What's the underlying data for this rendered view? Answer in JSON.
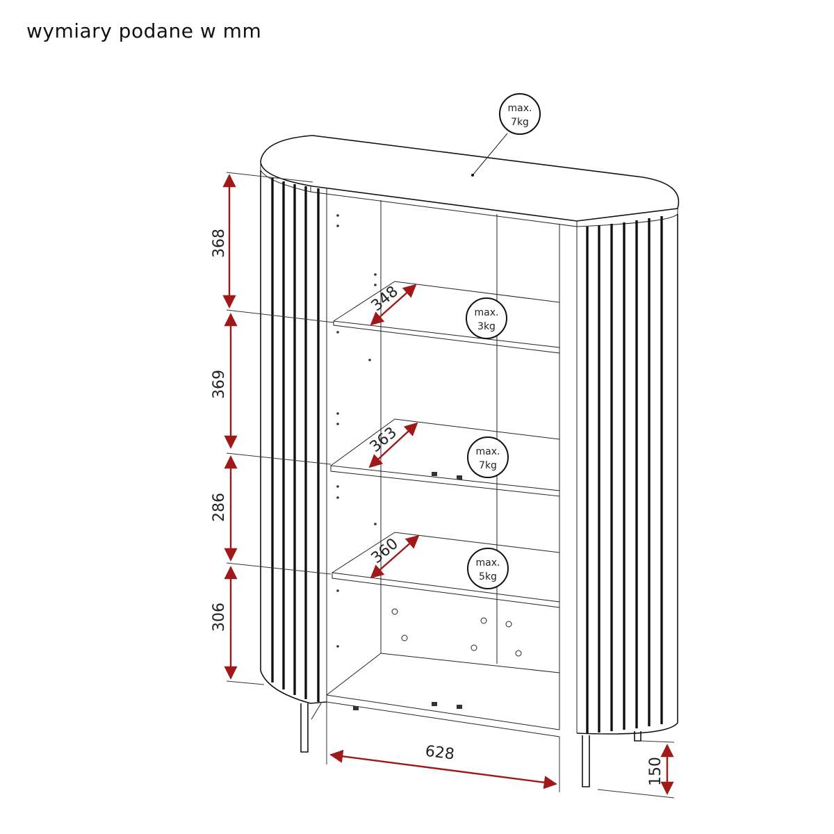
{
  "caption": "wymiary podane w mm",
  "dimensions": {
    "height_top_section": "368",
    "height_second_section": "369",
    "height_third_section": "286",
    "height_bottom_section": "306",
    "width_inner": "628",
    "leg_height": "150",
    "depth_shelf_1": "348",
    "depth_shelf_2": "363",
    "depth_shelf_3": "360"
  },
  "load_badges": {
    "top": {
      "line1": "max.",
      "line2": "7kg"
    },
    "shelf_1": {
      "line1": "max.",
      "line2": "3kg"
    },
    "shelf_2": {
      "line1": "max.",
      "line2": "7kg"
    },
    "shelf_3": {
      "line1": "max.",
      "line2": "5kg"
    }
  },
  "colors": {
    "dimension_line": "#a01818",
    "outline": "#111111"
  }
}
